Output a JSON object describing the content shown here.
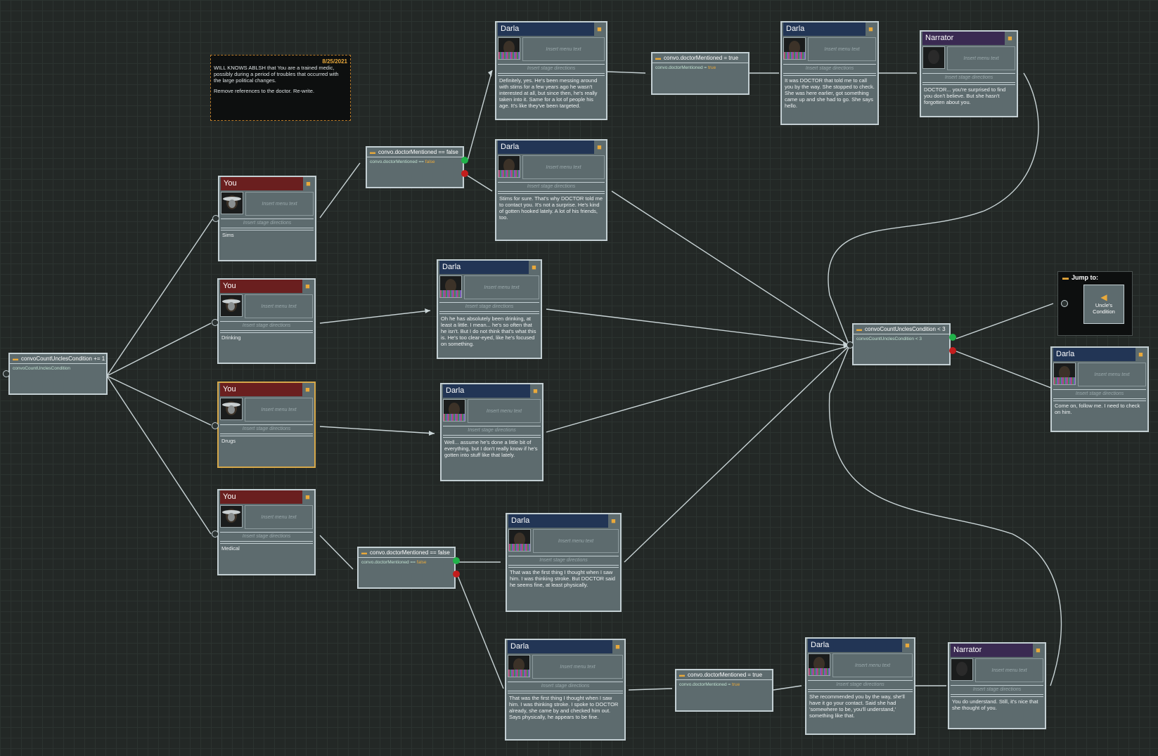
{
  "note": {
    "date": "8/25/2021",
    "line1": "WILL KNOWS ABLSH that You are a trained medic, possibly during a period of troubles that occurred with the large political changes.",
    "line2": "Remove references to the doctor. Re-write."
  },
  "start_condition": {
    "header": "convoCountUnclesCondition += 1",
    "body": "convoCountUnclesCondition"
  },
  "condition_node_a": {
    "header": "convo.doctorMentioned == false",
    "body": "convo.doctorMentioned",
    "value": "false"
  },
  "condition_node_b": {
    "header": "convo.doctorMentioned == false",
    "body": "convo.doctorMentioned",
    "value": "false"
  },
  "set_node_top": {
    "header": "convo.doctorMentioned = true",
    "body": "convo.doctorMentioned =",
    "value": "true"
  },
  "set_node_bottom": {
    "header": "convo.doctorMentioned = true",
    "body": "convo.doctorMentioned =",
    "value": "true"
  },
  "center_condition": {
    "header": "convoCountUnclesCondition < 3",
    "body": "convoCountUnclesCondition < 3"
  },
  "placeholders": {
    "menu": "Insert menu text",
    "stage": "Insert stage directions"
  },
  "speakers": {
    "you": "You",
    "darla": "Darla",
    "narrator": "Narrator"
  },
  "you_nodes": [
    {
      "text": "Sims"
    },
    {
      "text": "Drinking"
    },
    {
      "text": "Drugs"
    },
    {
      "text": "Medical"
    }
  ],
  "darla_nodes": {
    "d1": "Definitely, yes. He's been messing around with stims for a few years ago he wasn't interested at all, but since then, he's really taken into it. Same for a lot of people his age. It's like they've been targeted.",
    "d2": "Stims for sure. That's why DOCTOR told me to contact you. It's not a surprise. He's kind of gotten hooked lately. A lot of his friends, too.",
    "d3": "Oh he has absolutely been drinking, at least a little. I mean... he's so often that he isn't. But I do not think that's what this is. He's too clear-eyed, like he's focused on something.",
    "d4": "Well... assume he's done a little bit of everything, but I don't really know if he's gotten into stuff like that lately.",
    "d5": "That was the first thing I thought when I saw him. I was thinking stroke. But DOCTOR said he seems fine, at least physically.",
    "d6": "That was the first thing I thought when I saw him. I was thinking stroke. I spoke to DOCTOR already, she came by and checked him out. Says physically, he appears to be fine.",
    "d7": "It was DOCTOR that told me to call you by the way. She stopped to check. She was here earlier, got something came up and she had to go. She says hello.",
    "d8": "She recommended you by the way, she'll have it go your contact. Said she had 'somewhere to be, you'll understand,' something like that.",
    "d9": "Come on, follow me. I need to check on him."
  },
  "narrator_nodes": {
    "n1": "DOCTOR... you're surprised to find you don't believe. But she hasn't forgotten about you.",
    "n2": "You do understand. Still, it's nice that she thought of you."
  },
  "jump": {
    "title": "Jump to:",
    "target": "Uncle's Condition"
  },
  "colors": {
    "you": "#6a1f1f",
    "darla": "#223555",
    "narrator": "#3a2a52",
    "accent": "#e9a93b",
    "true_pin": "#21b24a",
    "false_pin": "#c31d1d"
  }
}
